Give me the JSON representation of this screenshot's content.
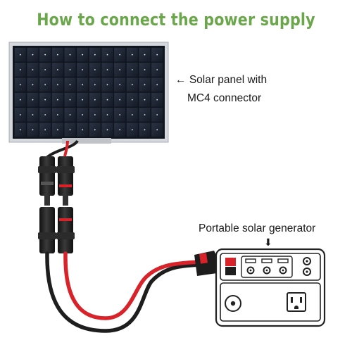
{
  "title": "How to connect the power supply",
  "labels": {
    "panel_line1": "Solar panel with",
    "panel_line2": "MC4 connector",
    "generator": "Portable solar generator"
  },
  "arrows": {
    "left": "←",
    "down": "⬇"
  },
  "colors": {
    "title": "#6aa64a",
    "cable_red": "#d8232a",
    "cable_black": "#1e1e1e",
    "panel_cell": "#1b2230",
    "panel_frame": "#c9ccd1",
    "generator_outline": "#222222"
  },
  "icons": [
    "arrow-left-icon",
    "arrow-down-icon",
    "mc4-connector-icon",
    "usb-port-icon",
    "ac-outlet-icon",
    "dc-port-icon"
  ]
}
